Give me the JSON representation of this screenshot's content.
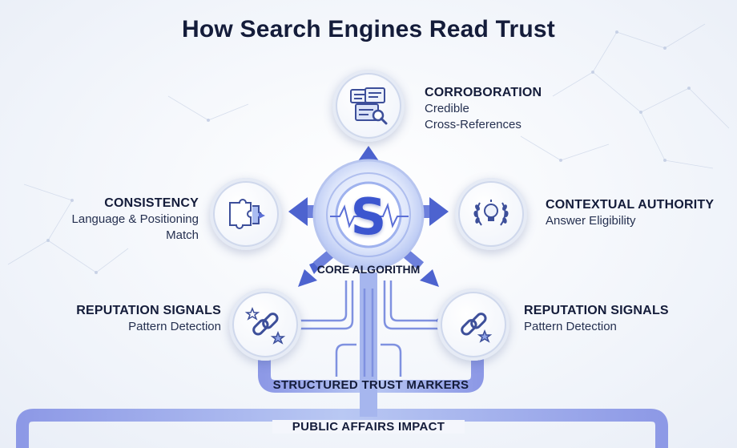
{
  "title": "How Search Engines Read Trust",
  "core": {
    "label": "CORE ALGORITHM",
    "letter": "S"
  },
  "nodes": {
    "corroboration": {
      "heading": "CORROBORATION",
      "line1": "Credible",
      "line2": "Cross-References",
      "icon": "documents-magnifier-icon"
    },
    "consistency": {
      "heading": "CONSISTENCY",
      "line1": "Language & Positioning",
      "line2": "Match",
      "icon": "puzzle-icon"
    },
    "contextual_authority": {
      "heading": "CONTEXTUAL AUTHORITY",
      "line1": "Answer Eligibility",
      "icon": "laurel-lightbulb-icon"
    },
    "reputation_left": {
      "heading": "REPUTATION SIGNALS",
      "line1": "Pattern Detection",
      "icon": "chain-link-star-icon"
    },
    "reputation_right": {
      "heading": "REPUTATION SIGNALS",
      "line1": "Pattern Detection",
      "icon": "chain-link-star-icon"
    }
  },
  "bars": {
    "structured": "STRUCTURED TRUST MARKERS",
    "public": "PUBLIC AFFAIRS IMPACT"
  },
  "colors": {
    "accent": "#5b6fd6",
    "accent_light": "#9db4ef",
    "dark_text": "#141c3a"
  }
}
